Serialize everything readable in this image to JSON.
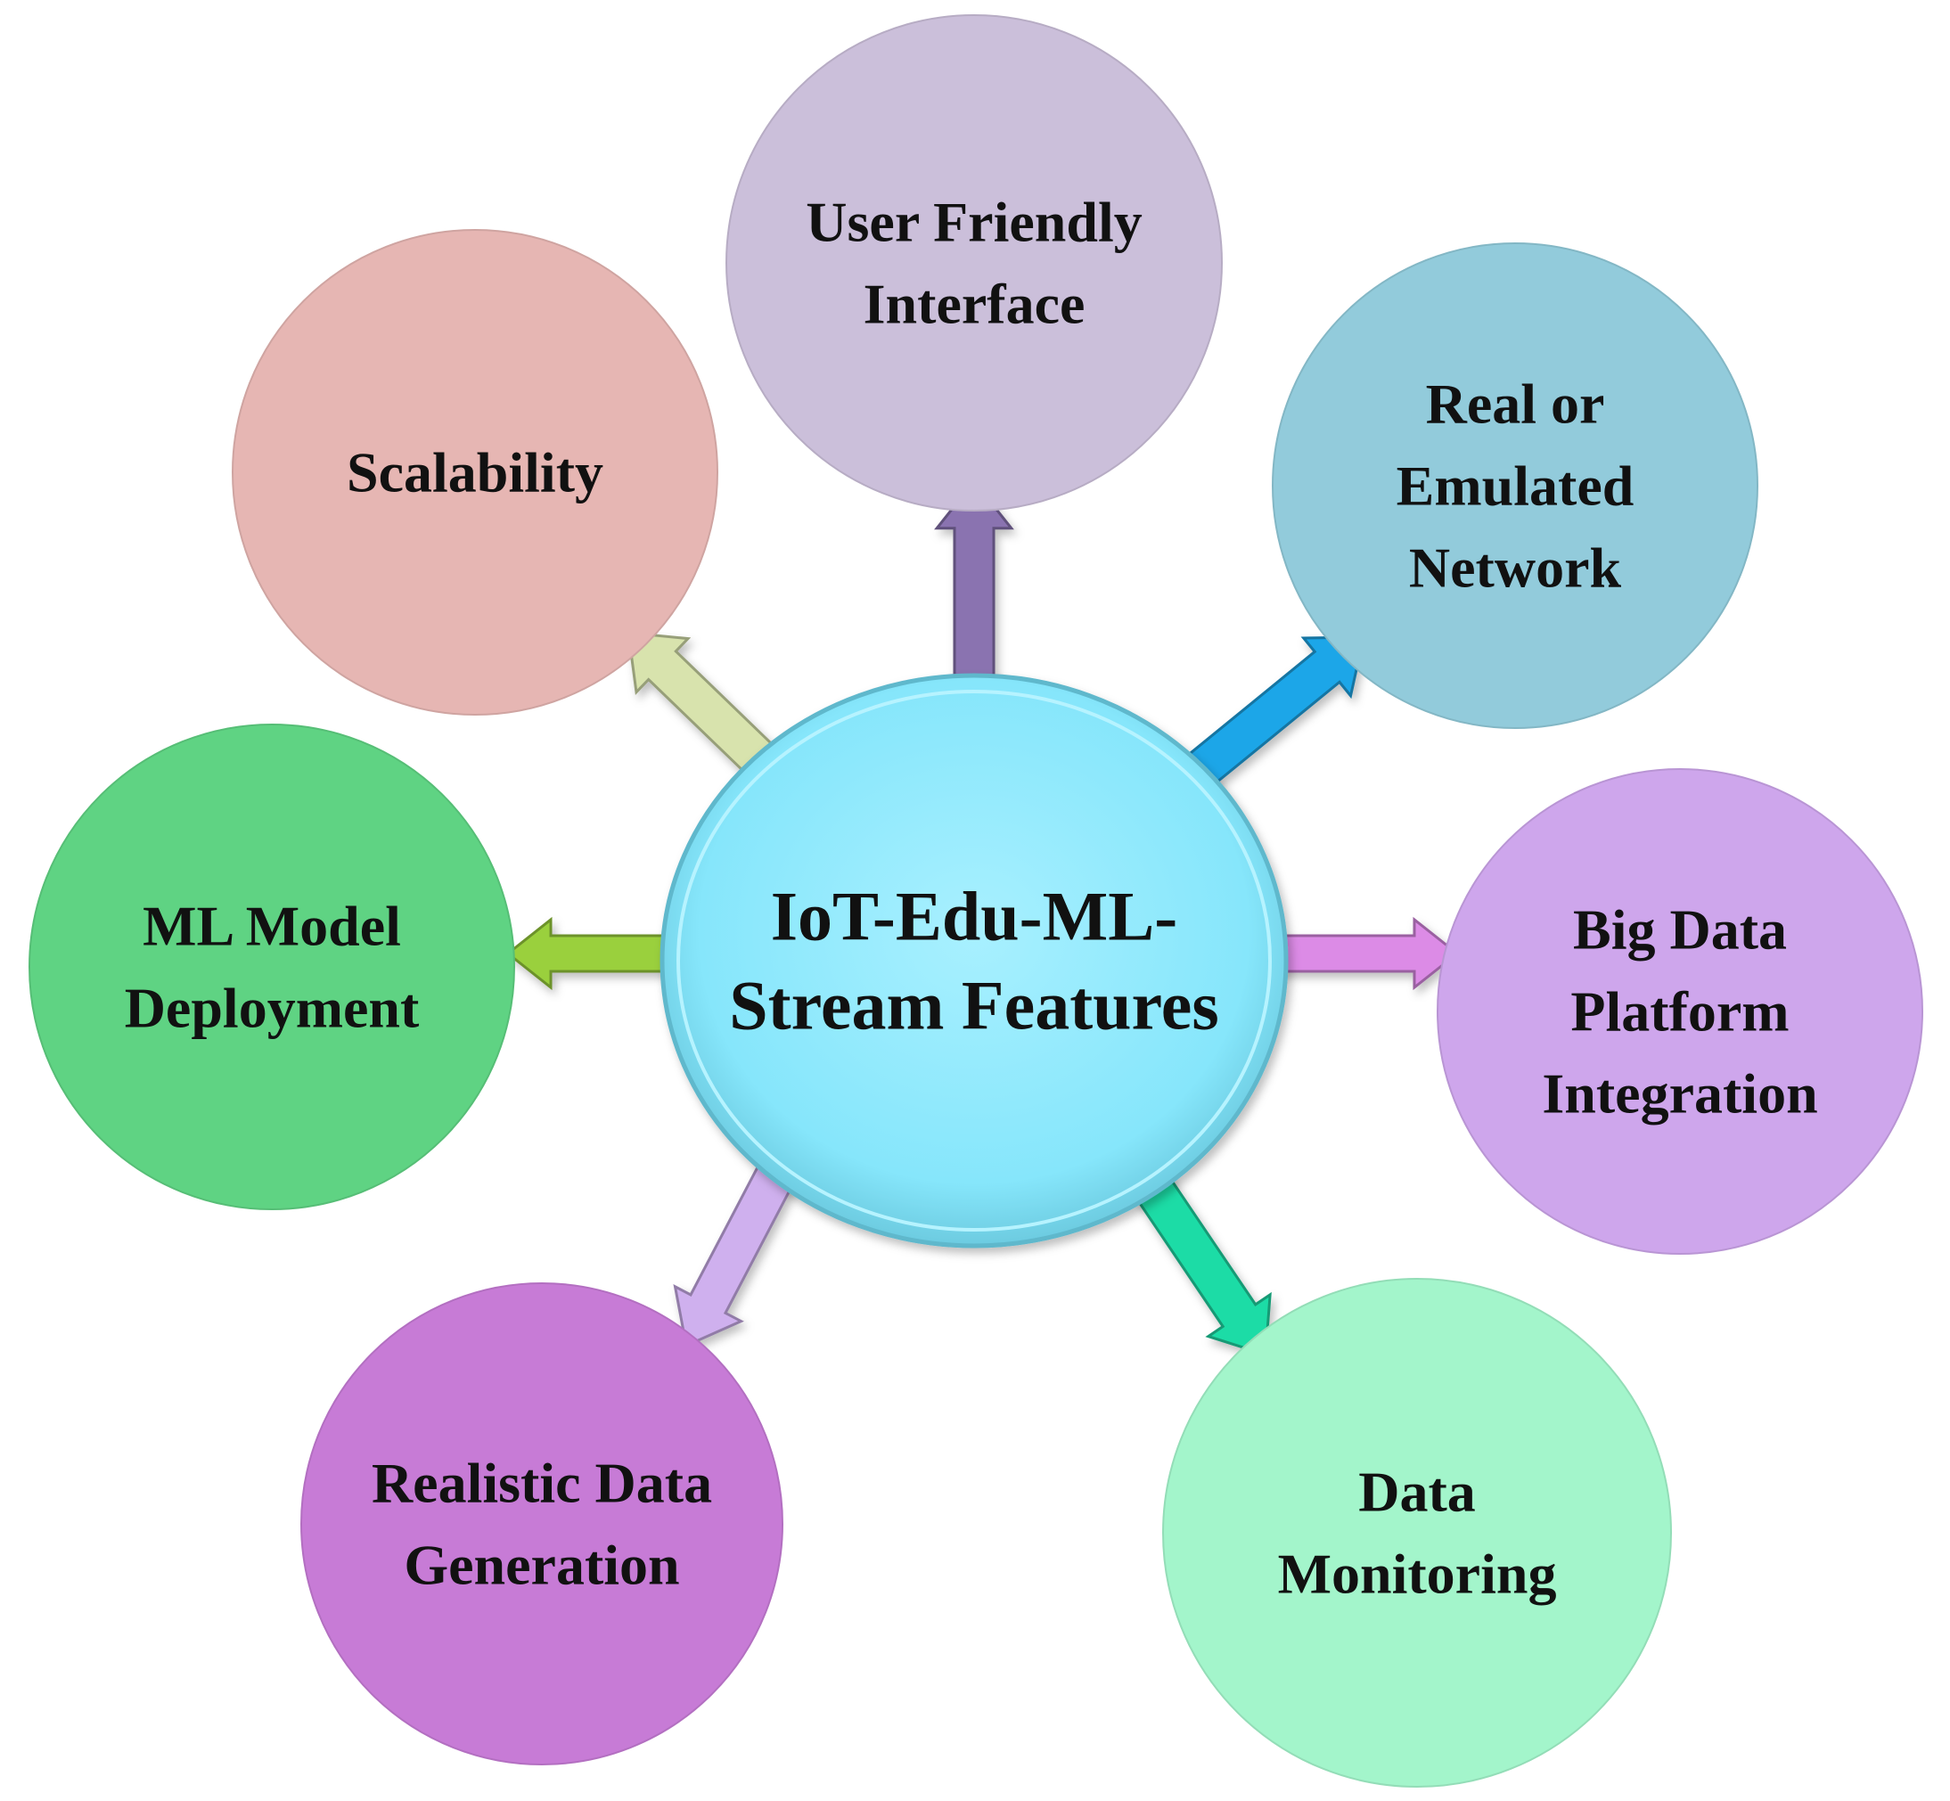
{
  "center": {
    "lines": [
      "IoT-Edu-ML-",
      "Stream Features"
    ],
    "fill": "#86e6fb"
  },
  "features": [
    {
      "id": "user-friendly-interface",
      "lines": [
        "User Friendly",
        "Interface"
      ],
      "fill": "#cbbfda",
      "arrow": "#8a73b0"
    },
    {
      "id": "real-or-emulated-network",
      "lines": [
        "Real or",
        "Emulated",
        "Network"
      ],
      "fill": "#92cbdb",
      "arrow": "#1aa6e8"
    },
    {
      "id": "big-data-platform-integration",
      "lines": [
        "Big Data",
        "Platform",
        "Integration"
      ],
      "fill": "#cea6ec",
      "arrow": "#dc8be6"
    },
    {
      "id": "data-monitoring",
      "lines": [
        "Data",
        "Monitoring"
      ],
      "fill": "#a3f5cb",
      "arrow": "#1fdca6"
    },
    {
      "id": "realistic-data-generation",
      "lines": [
        "Realistic Data",
        "Generation"
      ],
      "fill": "#c77bd6",
      "arrow": "#cfb0ee"
    },
    {
      "id": "ml-model-deployment",
      "lines": [
        "ML Model",
        "Deployment"
      ],
      "fill": "#5fd383",
      "arrow": "#9ad03e"
    },
    {
      "id": "scalability",
      "lines": [
        "Scalability"
      ],
      "fill": "#e6b6b3",
      "arrow": "#d8e3ad"
    }
  ]
}
